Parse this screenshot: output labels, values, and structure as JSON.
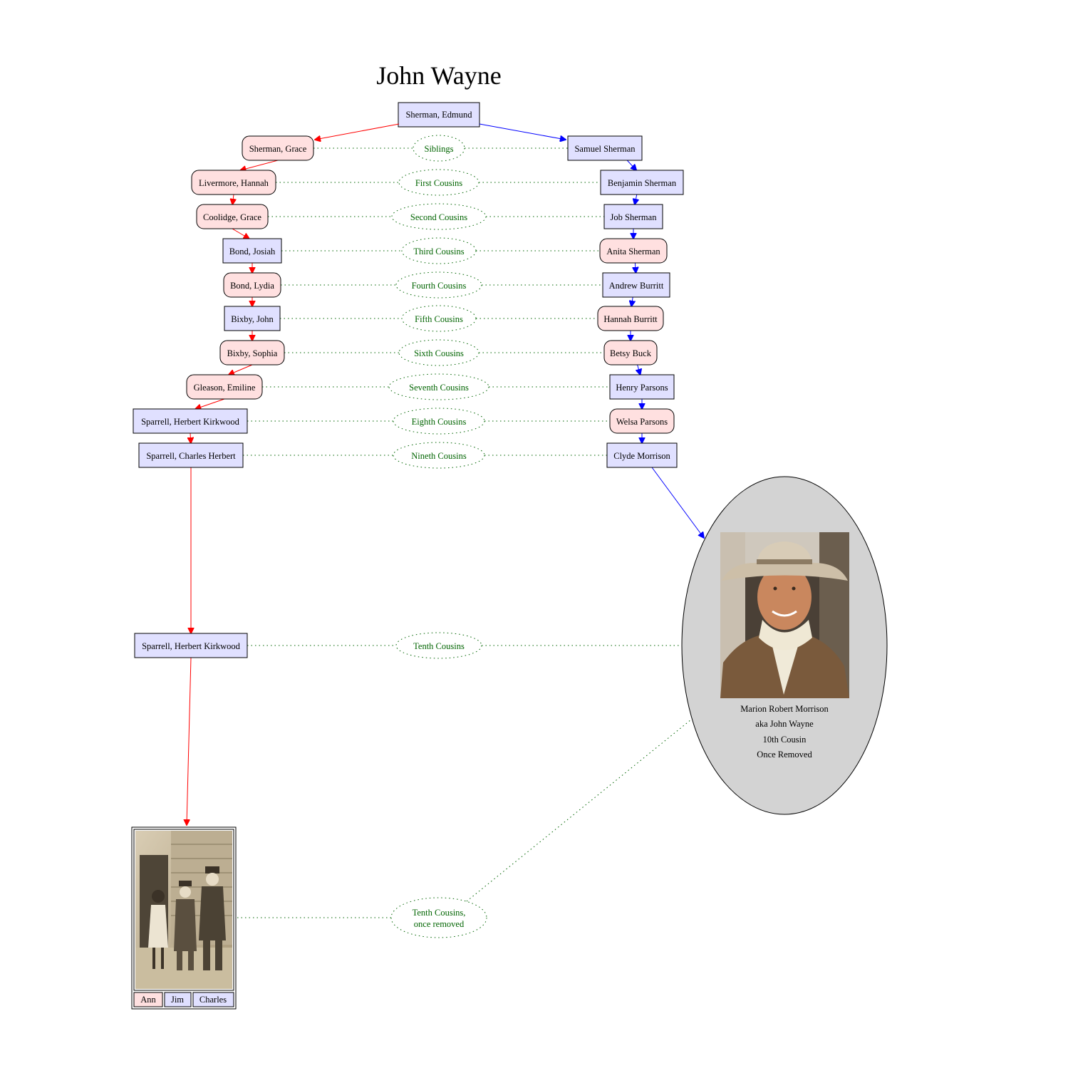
{
  "title": "John Wayne",
  "root": "Sherman, Edmund",
  "left_line": [
    "Sherman, Grace",
    "Livermore, Hannah",
    "Coolidge, Grace",
    "Bond, Josiah",
    "Bond, Lydia",
    "Bixby, John",
    "Bixby, Sophia",
    "Gleason, Emiline",
    "Sparrell, Herbert Kirkwood",
    "Sparrell, Charles Herbert",
    "Sparrell, Herbert Kirkwood"
  ],
  "right_line": [
    "Samuel Sherman",
    "Benjamin Sherman",
    "Job Sherman",
    "Anita Sherman",
    "Andrew Burritt",
    "Hannah Burritt",
    "Betsy Buck",
    "Henry Parsons",
    "Welsa Parsons",
    "Clyde Morrison"
  ],
  "relations": [
    "Siblings",
    "First Cousins",
    "Second Cousins",
    "Third Cousins",
    "Fourth Cousins",
    "Fifth Cousins",
    "Sixth Cousins",
    "Seventh Cousins",
    "Eighth Cousins",
    "Nineth Cousins",
    "Tenth Cousins"
  ],
  "final_relation": {
    "line1": "Tenth Cousins,",
    "line2": "once removed"
  },
  "photo_names": [
    "Ann",
    "Jim",
    "Charles"
  ],
  "wayne_caption": [
    "Marion Robert Morrison",
    "aka John Wayne",
    "10th Cousin",
    "Once Removed"
  ],
  "colors": {
    "male": "#e0e0ff",
    "female": "#ffe0e0",
    "relation_text": "#006400",
    "left_edge": "#ff0000",
    "right_edge": "#0000ff",
    "wayne_node": "#d3d3d3"
  }
}
